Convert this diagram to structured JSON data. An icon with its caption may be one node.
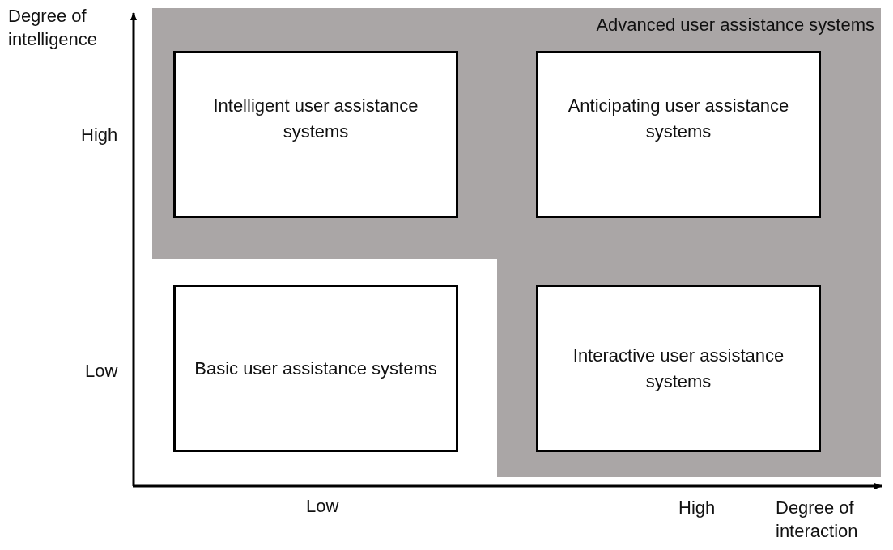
{
  "diagram": {
    "nodes": [
      {
        "text": [
          "Advanced user assistance systems"
        ]
      },
      {
        "text": [
          "Intelligent user assistance systems"
        ],
        "in": 0
      },
      {
        "text": [
          "Anticipating user assistance systems"
        ],
        "in": 0
      },
      {
        "text": [
          "Basic user assistance systems"
        ]
      },
      {
        "text": [
          "Interactive user assistance systems"
        ],
        "in": 0
      }
    ],
    "edges": [],
    "labels": [
      "Degree of intelligence",
      "High",
      "Low",
      "Low",
      "High",
      "Degree of interaction"
    ]
  }
}
